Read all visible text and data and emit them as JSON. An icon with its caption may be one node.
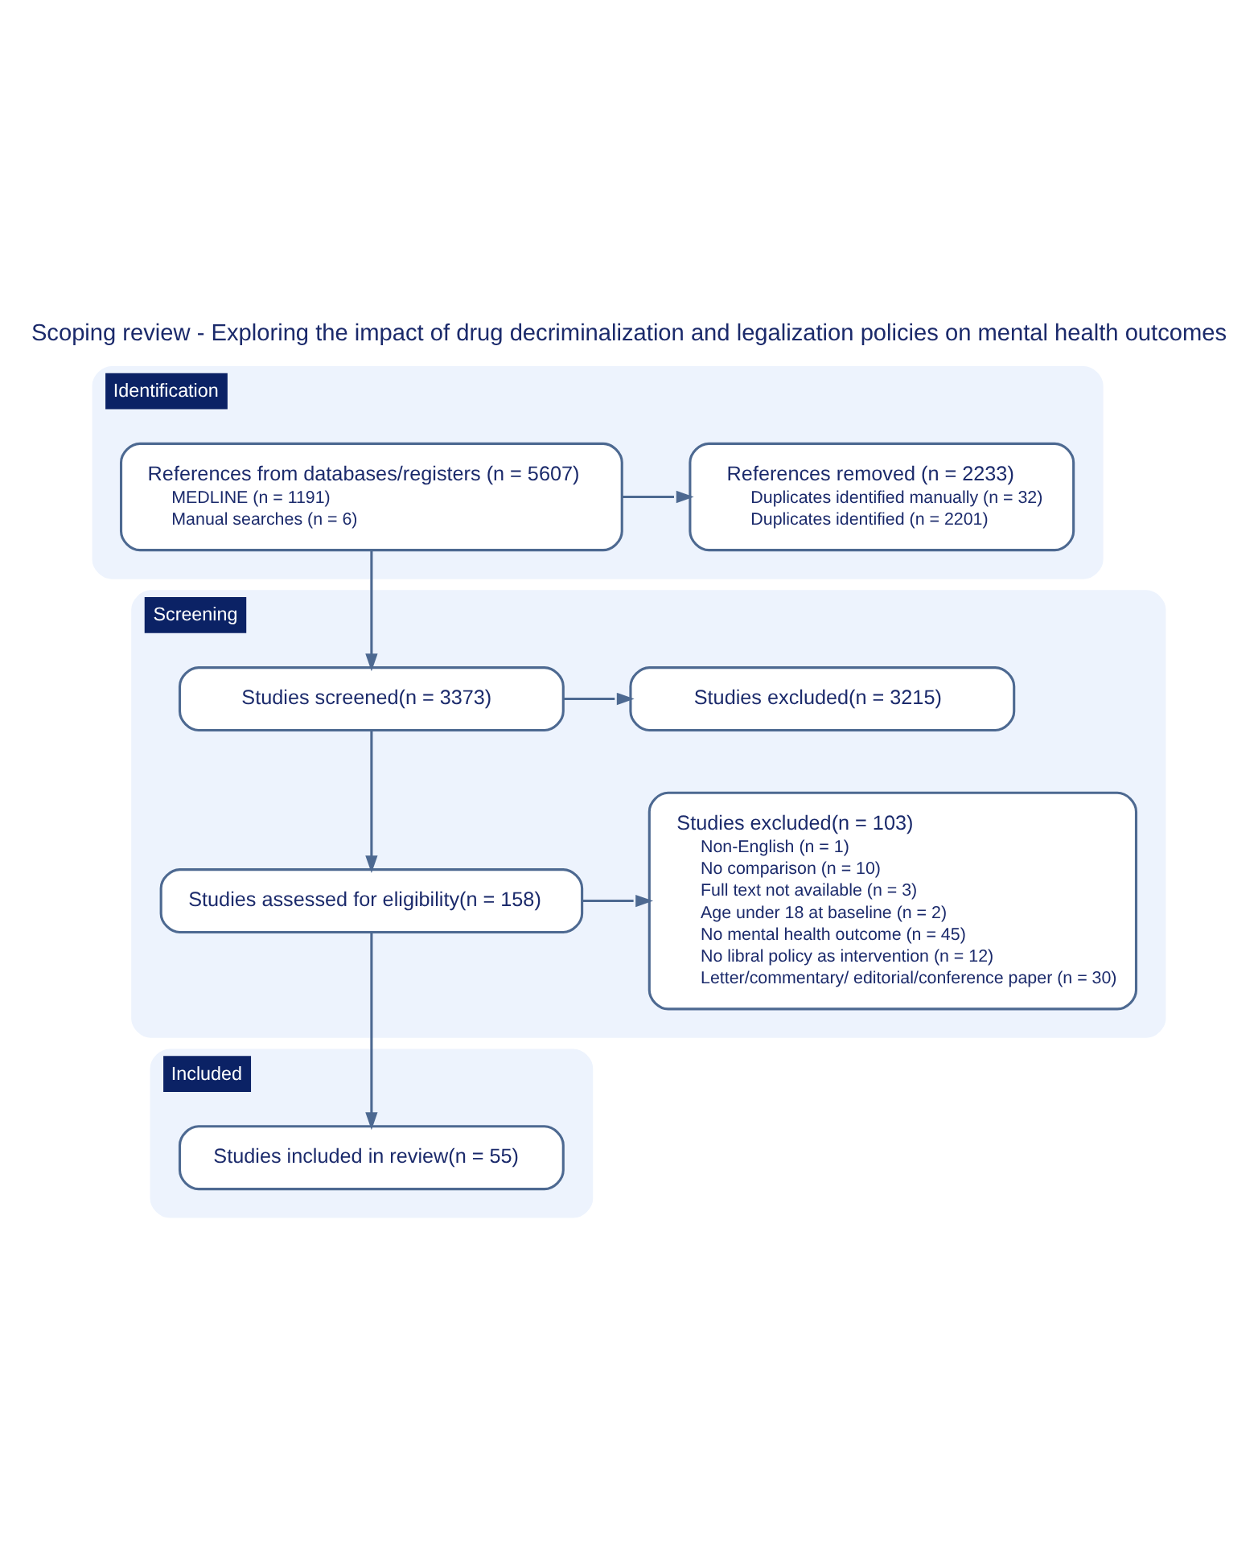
{
  "diagram": {
    "title": "Scoping review - Exploring the impact of drug decriminalization and legalization policies on mental health outcomes",
    "nodes": [
      {
        "text": [
          "Identification"
        ]
      },
      {
        "text": [
          "References from databases/registers (n = 5607)",
          "MEDLINE (n = 1191)",
          "Manual searches (n = 6)"
        ],
        "in": 0
      },
      {
        "text": [
          "References removed (n = 2233)",
          "Duplicates identified manually (n = 32)",
          "Duplicates identified (n = 2201)"
        ],
        "in": 0
      },
      {
        "text": [
          "Screening"
        ]
      },
      {
        "text": [
          "Studies screened(n = 3373)"
        ],
        "in": 3
      },
      {
        "text": [
          "Studies excluded(n = 3215)"
        ],
        "in": 3
      },
      {
        "text": [
          "Studies assessed for eligibility(n = 158)"
        ],
        "in": 3
      },
      {
        "text": [
          "Studies excluded(n = 103)",
          "Non-English (n = 1)",
          "No comparison (n = 10)",
          "Full text not available (n = 3)",
          "Age under 18 at baseline (n = 2)",
          "No mental health outcome (n = 45)",
          "No libral policy as intervention (n = 12)",
          "Letter/commentary/ editorial/conference paper (n = 30)"
        ],
        "in": 3
      },
      {
        "text": [
          "Included"
        ]
      },
      {
        "text": [
          "Studies included in review(n = 55)"
        ],
        "in": 8
      }
    ],
    "edges": [
      {
        "from": 1,
        "to": 2,
        "arrow": "to"
      },
      {
        "from": 1,
        "to": 4,
        "arrow": "to"
      },
      {
        "from": 4,
        "to": 5,
        "arrow": "to"
      },
      {
        "from": 4,
        "to": 6,
        "arrow": "to"
      },
      {
        "from": 6,
        "to": 7,
        "arrow": "to"
      },
      {
        "from": 6,
        "to": 9,
        "arrow": "to"
      }
    ]
  }
}
